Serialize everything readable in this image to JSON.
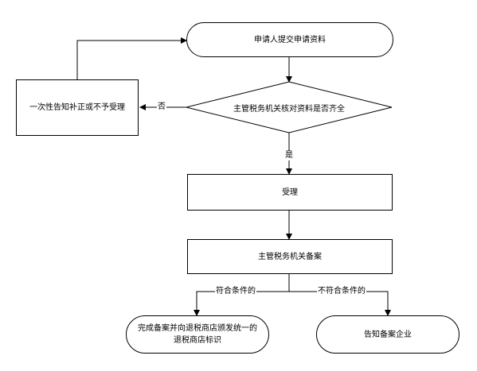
{
  "nodes": {
    "submit": "申请人提交申请资料",
    "review": "主管税务机关核对资料是否齐全",
    "reject": "一次性告知补正或不予受理",
    "accept": "受理",
    "record": "主管税务机关备案",
    "complete": "完成备案并向退税商店颁发统一的退税商店标识",
    "notify": "告知备案企业"
  },
  "edge_labels": {
    "no": "否",
    "yes": "是",
    "qualified": "符合条件的",
    "unqualified": "不符合条件的"
  }
}
